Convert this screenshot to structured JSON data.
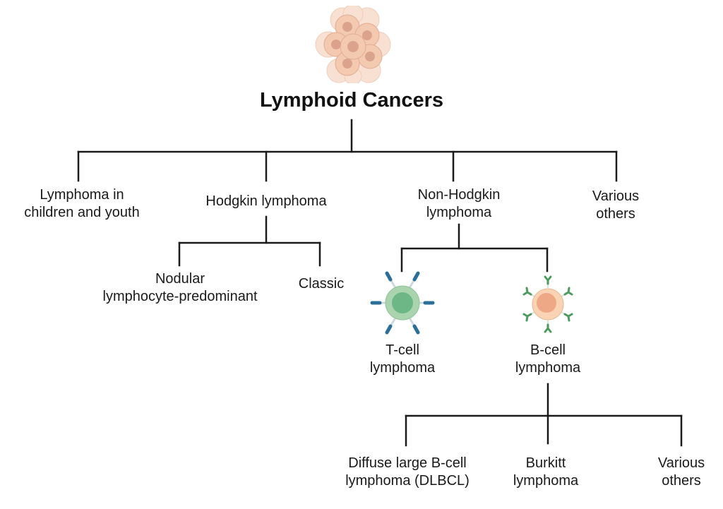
{
  "title": "Lymphoid Cancers",
  "level1": [
    {
      "line1": "Lymphoma in",
      "line2": "children and youth"
    },
    {
      "line1": "Hodgkin lymphoma",
      "line2": ""
    },
    {
      "line1": "Non-Hodgkin",
      "line2": "lymphoma"
    },
    {
      "line1": "Various",
      "line2": "others"
    }
  ],
  "hodgkin_children": [
    {
      "line1": "Nodular",
      "line2": "lymphocyte-predominant"
    },
    {
      "line1": "Classic",
      "line2": ""
    }
  ],
  "nhl_children": [
    {
      "line1": "T-cell",
      "line2": "lymphoma",
      "icon": "t-cell-icon"
    },
    {
      "line1": "B-cell",
      "line2": "lymphoma",
      "icon": "b-cell-icon"
    }
  ],
  "bcell_children": [
    {
      "line1": "Diffuse large B-cell",
      "line2": "lymphoma (DLBCL)"
    },
    {
      "line1": "Burkitt",
      "line2": "lymphoma"
    },
    {
      "line1": "Various",
      "line2": "others"
    }
  ],
  "icons": {
    "top": "cancer-cell-cluster-icon",
    "tcell": "t-cell-icon",
    "bcell": "b-cell-icon"
  },
  "colors": {
    "line": "#1a1a1a",
    "cluster": "#f3c9b0",
    "tcell_body": "#a9d4ae",
    "tcell_nucleus": "#6db787",
    "tcell_receptor": "#2b6f98",
    "bcell_body": "#f9d3b3",
    "bcell_nucleus": "#eea885",
    "bcell_receptor": "#4c9a5e"
  }
}
